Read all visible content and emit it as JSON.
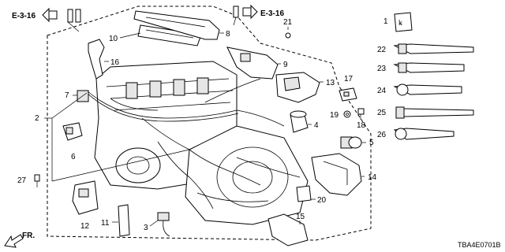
{
  "refs": {
    "left": "E-3-16",
    "right": "E-3-16"
  },
  "callouts": {
    "c1": "1",
    "c2": "2",
    "c3": "3",
    "c4": "4",
    "c5": "5",
    "c6": "6",
    "c7": "7",
    "c8": "8",
    "c9": "9",
    "c10": "10",
    "c11": "11",
    "c12": "12",
    "c13": "13",
    "c14": "14",
    "c15": "15",
    "c16": "16",
    "c17": "17",
    "c18": "18",
    "c19": "19",
    "c20": "20",
    "c21": "21",
    "c22": "22",
    "c23": "23",
    "c24": "24",
    "c25": "25",
    "c26": "26",
    "c27": "27"
  },
  "front_label": "FR.",
  "diagram_code": "TBA4E0701B",
  "colors": {
    "line": "#000000",
    "fill": "#ffffff",
    "shade": "#e6e6e6"
  }
}
